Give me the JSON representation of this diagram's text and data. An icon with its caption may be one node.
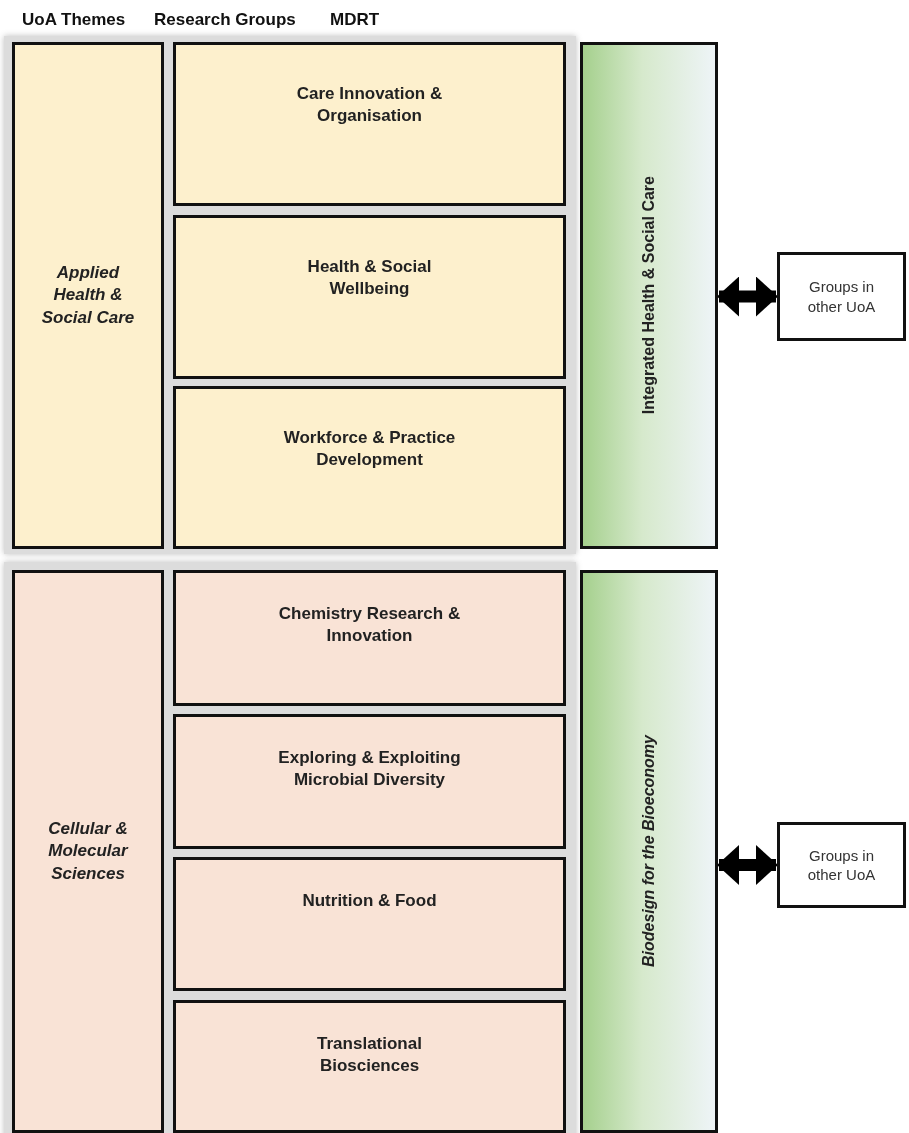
{
  "diagram": {
    "nodes": [
      {
        "text": [
          "Applied Health & Social Care"
        ]
      },
      {
        "text": [
          "Care Innovation & Organisation"
        ]
      },
      {
        "text": [
          "Health & Social Wellbeing"
        ]
      },
      {
        "text": [
          "Workforce & Practice Development"
        ]
      },
      {
        "text": [
          "Integrated Health & Social Care"
        ]
      },
      {
        "text": [
          "Groups in other UoA"
        ]
      },
      {
        "text": [
          "Cellular & Molecular Sciences"
        ]
      },
      {
        "text": [
          "Chemistry Research & Innovation"
        ]
      },
      {
        "text": [
          "Exploring & Exploiting Microbial Diversity"
        ]
      },
      {
        "text": [
          "Nutrition & Food"
        ]
      },
      {
        "text": [
          "Translational Biosciences"
        ]
      },
      {
        "text": [
          "Biodesign for the Bioeconomy"
        ]
      },
      {
        "text": [
          "Groups in other UoA"
        ]
      }
    ],
    "edges": [
      {
        "from": 4,
        "to": 5,
        "arrow": "both"
      },
      {
        "from": 11,
        "to": 12,
        "arrow": "both"
      }
    ],
    "labels": [
      "UoA Themes",
      "Research Groups",
      "MDRT"
    ]
  }
}
